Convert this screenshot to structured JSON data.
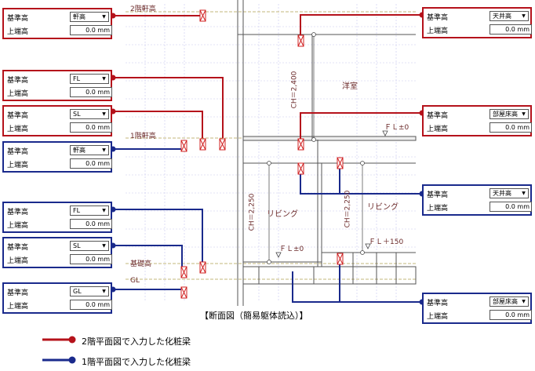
{
  "left_boxes": [
    {
      "color": "red",
      "ref_label": "基準高",
      "ref_value": "軒高",
      "top_label": "上端高",
      "top_value": "0.0 mm"
    },
    {
      "color": "red",
      "ref_label": "基準高",
      "ref_value": "FL",
      "top_label": "上端高",
      "top_value": "0.0 mm"
    },
    {
      "color": "red",
      "ref_label": "基準高",
      "ref_value": "SL",
      "top_label": "上端高",
      "top_value": "0.0 mm"
    },
    {
      "color": "blue",
      "ref_label": "基準高",
      "ref_value": "軒高",
      "top_label": "上端高",
      "top_value": "0.0 mm"
    },
    {
      "color": "blue",
      "ref_label": "基準高",
      "ref_value": "FL",
      "top_label": "上端高",
      "top_value": "0.0 mm"
    },
    {
      "color": "blue",
      "ref_label": "基準高",
      "ref_value": "SL",
      "top_label": "上端高",
      "top_value": "0.0 mm"
    },
    {
      "color": "blue",
      "ref_label": "基準高",
      "ref_value": "GL",
      "top_label": "上端高",
      "top_value": "0.0 mm"
    }
  ],
  "right_boxes": [
    {
      "color": "red",
      "ref_label": "基準高",
      "ref_value": "天井高",
      "top_label": "上端高",
      "top_value": "0.0 mm"
    },
    {
      "color": "red",
      "ref_label": "基準高",
      "ref_value": "部屋床高",
      "top_label": "上端高",
      "top_value": "0.0 mm"
    },
    {
      "color": "blue",
      "ref_label": "基準高",
      "ref_value": "天井高",
      "top_label": "上端高",
      "top_value": "0.0 mm"
    },
    {
      "color": "blue",
      "ref_label": "基準高",
      "ref_value": "部屋床高",
      "top_label": "上端高",
      "top_value": "0.0 mm"
    }
  ],
  "drawing": {
    "level_2f_eave": "2階軒高",
    "level_1f_eave": "1階軒高",
    "level_base": "基礎高",
    "level_gl": "GL",
    "room_western": "洋室",
    "room_living_1": "リビング",
    "room_living_2": "リビング",
    "ch_2400": "CH＝2,400",
    "ch_2250": "CH＝2,250",
    "ch_2250_b": "CH＝2,250",
    "fl_0_top": "ＦＬ±0",
    "fl_0_bottom": "ＦＬ±0",
    "fl_150": "ＦＬ＋150"
  },
  "caption": "【断面図（簡易躯体読込）】",
  "legend": [
    {
      "color": "#b5121b",
      "text": "2階平面図で入力した化粧梁"
    },
    {
      "color": "#1a2a8c",
      "text": "1階平面図で入力した化粧梁"
    }
  ],
  "colors": {
    "red": "#b5121b",
    "blue": "#1a2a8c",
    "dim": "#6b2a2a",
    "grid": "#b8b8e8",
    "level": "#b0a050"
  },
  "icons": {
    "dropdown": "chevron-down-icon",
    "beam_marker": "beam-marker-icon"
  }
}
